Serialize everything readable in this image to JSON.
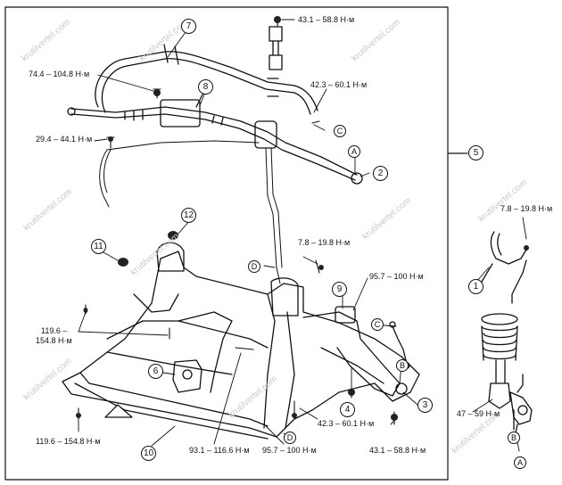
{
  "watermark": "krutilvertel.com",
  "torques": {
    "t1": "43.1 – 58.8 Н·м",
    "t2": "74.4 – 104.8 Н·м",
    "t3": "42.3 – 60.1 Н·м",
    "t4": "29.4 – 44.1 Н·м",
    "t5": "7.8 – 19.8 Н·м",
    "t6": "95.7 – 100 Н·м",
    "t7": "119.6 –",
    "t7b": "154.8 Н·м",
    "t8": "119.6 – 154.8 Н·м",
    "t9": "93.1 – 116.6 Н·м",
    "t10": "95.7 – 100 Н·м",
    "t11": "42.3 – 60.1 Н·м",
    "t12": "43.1 – 58.8 Н·м",
    "t13": "7.8 – 19.8 Н·м",
    "t14": "47 – 59 Н·м"
  },
  "callouts": {
    "c1": "1",
    "c2": "2",
    "c3": "3",
    "c4": "4",
    "c5": "5",
    "c6": "6",
    "c7": "7",
    "c8": "8",
    "c9": "9",
    "c10": "10",
    "c11": "11",
    "c12": "12",
    "A": "A",
    "B": "B",
    "C": "C",
    "D": "D"
  }
}
